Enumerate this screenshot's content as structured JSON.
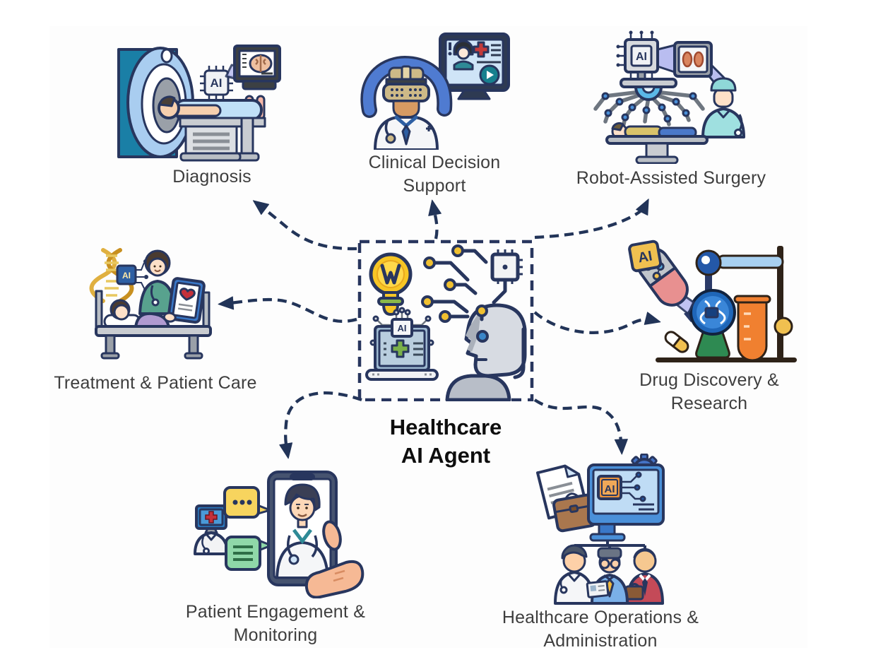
{
  "center": {
    "line1": "Healthcare",
    "line2": "AI Agent"
  },
  "ai_label": "AI",
  "nodes": {
    "diagnosis": {
      "line1": "Diagnosis"
    },
    "clinical_decision_support": {
      "line1": "Clinical Decision",
      "line2": "Support"
    },
    "robot_assisted_surgery": {
      "line1": "Robot-Assisted Surgery"
    },
    "treatment_patient_care": {
      "line1": "Treatment & Patient Care"
    },
    "drug_discovery_research": {
      "line1": "Drug Discovery &",
      "line2": "Research"
    },
    "patient_engagement_monitoring": {
      "line1": "Patient Engagement &",
      "line2": "Monitoring"
    },
    "healthcare_operations_administration": {
      "line1": "Healthcare Operations &",
      "line2": "Administration"
    }
  },
  "colors": {
    "arrow": "#223458",
    "outline": "#28365e",
    "label_text": "#3e3e3e",
    "title_text": "#0d0d0d",
    "bulb_yellow": "#f7c625",
    "accent_green": "#8ab84a"
  }
}
